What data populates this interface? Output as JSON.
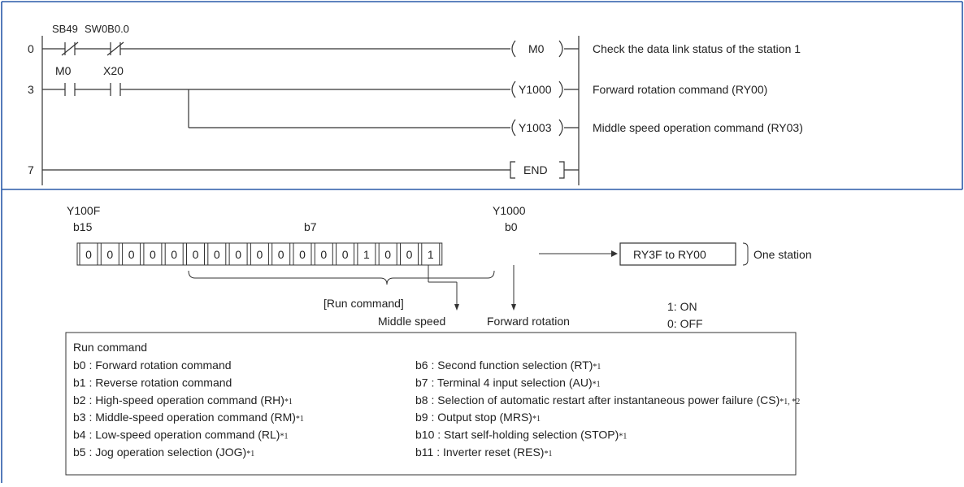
{
  "ladder": {
    "step_numbers": [
      "0",
      "3",
      "7"
    ],
    "contacts": {
      "sb49": "SB49",
      "sw0b0": "SW0B0.0",
      "m0": "M0",
      "x20": "X20"
    },
    "coils": {
      "m0": "M0",
      "y1000": "Y1000",
      "y1003": "Y1003",
      "end": "END"
    },
    "comments": {
      "m0": "Check the data link status of the station 1",
      "y1000": "Forward rotation command (RY00)",
      "y1003": "Middle speed operation command (RY03)"
    }
  },
  "bits": {
    "left_device": "Y100F",
    "right_device": "Y1000",
    "label_b15": "b15",
    "label_b7": "b7",
    "label_b0": "b0",
    "values": [
      "0",
      "0",
      "0",
      "0",
      "0",
      "0",
      "0",
      "0",
      "0",
      "0",
      "0",
      "0",
      "0",
      "1",
      "0",
      "0",
      "1"
    ],
    "target_box": "RY3F to RY00",
    "one_station": "One station",
    "run_command": "[Run command]",
    "middle_speed": "Middle speed",
    "forward_rotation": "Forward rotation",
    "on_label": "1:  ON",
    "off_label": "0:  OFF"
  },
  "legend": {
    "title": "Run command",
    "left": [
      {
        "text": "b0 : Forward rotation command",
        "sup": ""
      },
      {
        "text": "b1 : Reverse rotation command",
        "sup": ""
      },
      {
        "text": "b2 : High-speed operation command (RH)",
        "sup": "*1"
      },
      {
        "text": "b3 : Middle-speed operation command (RM)",
        "sup": "*1"
      },
      {
        "text": "b4 : Low-speed operation command (RL)",
        "sup": "*1"
      },
      {
        "text": "b5 : Jog operation selection (JOG)",
        "sup": "*1"
      }
    ],
    "right": [
      {
        "text": "b6 : Second function selection (RT)",
        "sup": "*1"
      },
      {
        "text": "b7 : Terminal 4 input selection (AU)",
        "sup": "*1"
      },
      {
        "text": "b8 : Selection of automatic restart after instantaneous power failure (CS)",
        "sup": "*1, *2"
      },
      {
        "text": "b9 : Output stop (MRS)",
        "sup": "*1"
      },
      {
        "text": "b10 : Start self-holding selection (STOP)",
        "sup": "*1"
      },
      {
        "text": "b11 : Inverter reset (RES)",
        "sup": "*1"
      }
    ]
  },
  "colors": {
    "border": "#2a5aa8",
    "line": "#333333"
  }
}
